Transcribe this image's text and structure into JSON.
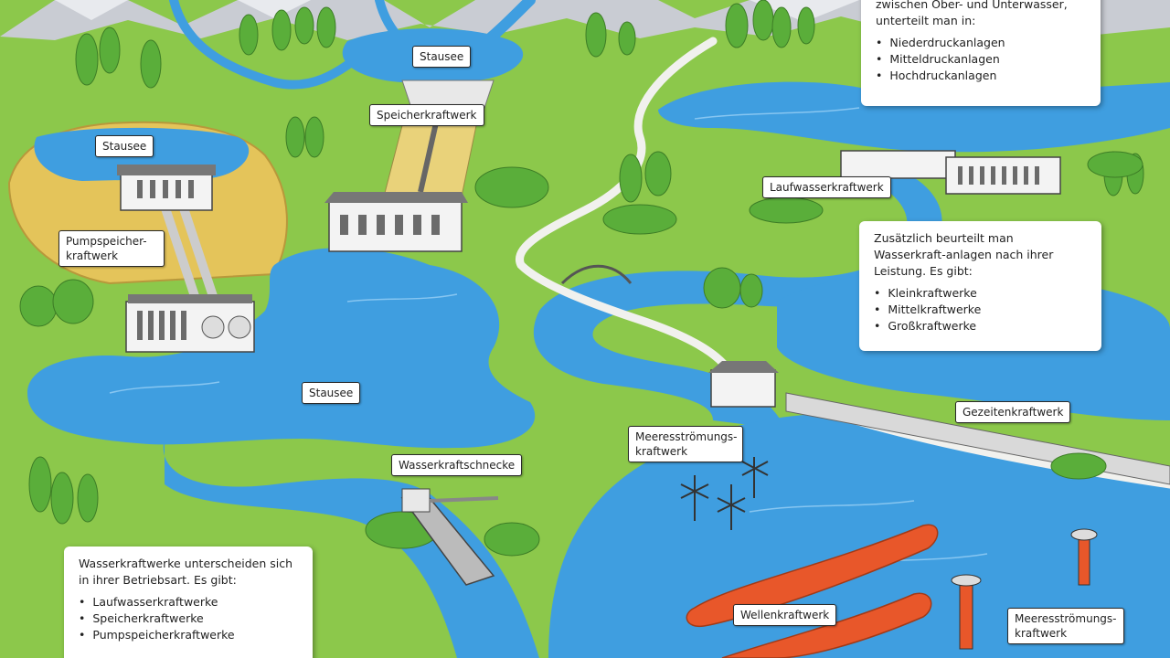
{
  "labels": {
    "stausee_top": "Stausee",
    "speicherkraftwerk": "Speicherkraftwerk",
    "stausee_left": "Stausee",
    "pumpspeicher": "Pumpspeicher-kraftwerk",
    "stausee_center": "Stausee",
    "wasserkraftschnecke": "Wasserkraftschnecke",
    "laufwasserkraftwerk": "Laufwasserkraftwerk",
    "gezeitenkraftwerk": "Gezeitenkraftwerk",
    "meeresstroemung_1": "Meeresströmungs-kraftwerk",
    "wellenkraftwerk": "Wellenkraftwerk",
    "meeresstroemung_2": "Meeresströmungs-kraftwerk"
  },
  "info_top": {
    "intro": "zwischen Ober- und Unterwasser, unterteilt man in:",
    "items": [
      "Niederdruckanlagen",
      "Mitteldruckanlagen",
      "Hochdruckanlagen"
    ]
  },
  "info_middle": {
    "intro": "Zusätzlich beurteilt man Wasserkraft-anlagen nach ihrer Leistung. Es gibt:",
    "items": [
      "Kleinkraftwerke",
      "Mittelkraftwerke",
      "Großkraftwerke"
    ]
  },
  "info_bottom": {
    "intro": "Wasserkraftwerke unterscheiden sich in ihrer Betriebsart. Es gibt:",
    "items": [
      "Laufwasserkraftwerke",
      "Speicherkraftwerke",
      "Pumpspeicherkraftwerke"
    ]
  },
  "colors": {
    "water": "#3f9ee0",
    "grass": "#8cc84b",
    "tree": "#5aae3a",
    "mountain": "#c9ccd3",
    "road": "#f1f1ee",
    "wave_device": "#e8572a"
  }
}
